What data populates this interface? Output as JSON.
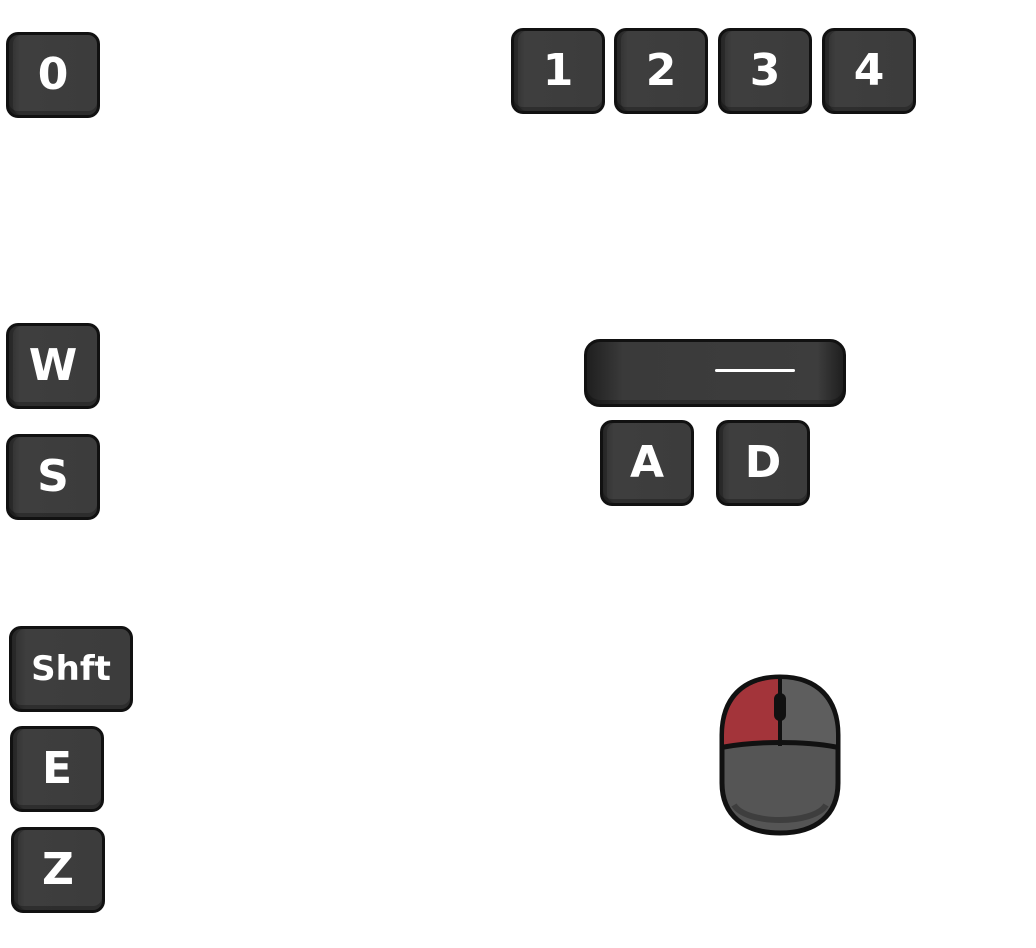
{
  "keys": {
    "k0": "0",
    "k1": "1",
    "k2": "2",
    "k3": "3",
    "k4": "4",
    "w": "W",
    "s": "S",
    "a": "A",
    "d": "D",
    "shift": "Shft",
    "e": "E",
    "z": "Z"
  },
  "icons": {
    "spacebar": "spacebar-icon",
    "mouse": "mouse-left-click-icon"
  },
  "colors": {
    "key_fill": "#3c3c3c",
    "key_border": "#111111",
    "key_text": "#ffffff",
    "mouse_body": "#555555",
    "mouse_left_button_highlight": "#a3343a"
  }
}
